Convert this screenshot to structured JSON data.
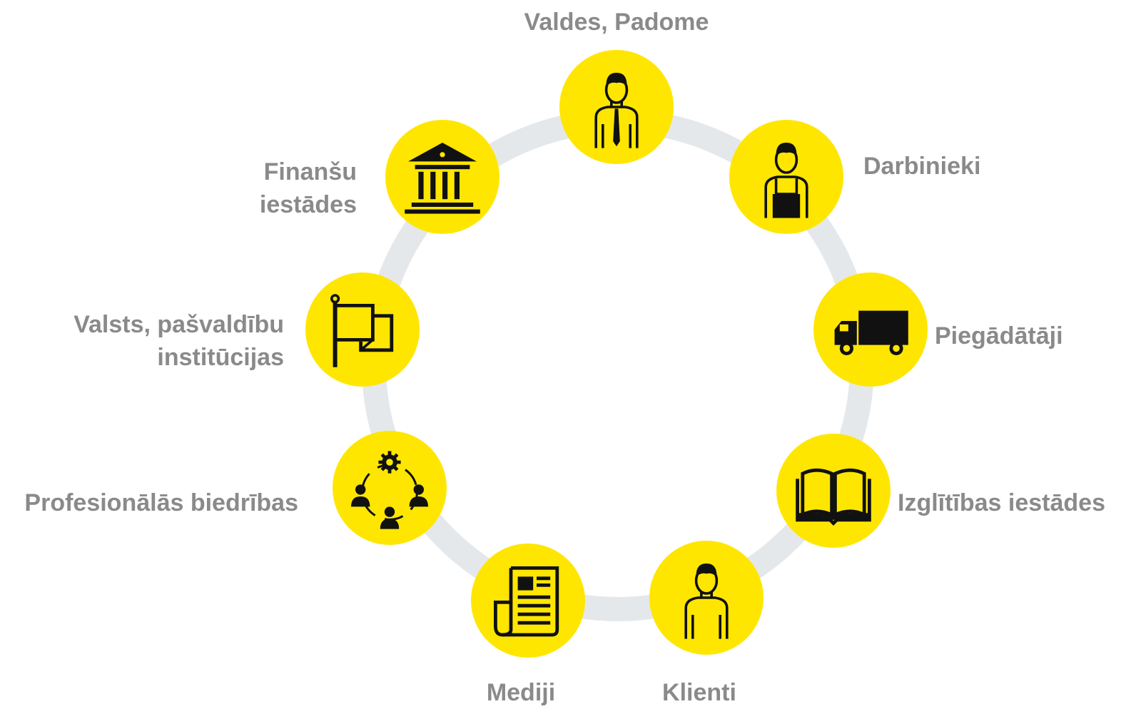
{
  "colors": {
    "node_fill": "#ffe600",
    "ring": "#e5e8ea",
    "label": "#8a8a8a",
    "icon": "#111111"
  },
  "stakeholders": [
    {
      "id": "boards",
      "icon": "businessman-tie-icon",
      "label_lines": [
        "Valdes, Padome"
      ]
    },
    {
      "id": "employees",
      "icon": "worker-overalls-icon",
      "label_lines": [
        "Darbinieki"
      ]
    },
    {
      "id": "suppliers",
      "icon": "truck-icon",
      "label_lines": [
        "Piegādātāji"
      ]
    },
    {
      "id": "education",
      "icon": "open-book-icon",
      "label_lines": [
        "Izglītības iestādes"
      ]
    },
    {
      "id": "clients",
      "icon": "person-icon",
      "label_lines": [
        "Klienti"
      ]
    },
    {
      "id": "media",
      "icon": "newspaper-icon",
      "label_lines": [
        "Mediji"
      ]
    },
    {
      "id": "associations",
      "icon": "team-network-gear-icon",
      "label_lines": [
        "Profesionālās biedrības"
      ]
    },
    {
      "id": "government",
      "icon": "flag-icon",
      "label_lines": [
        "Valsts, pašvaldību",
        "institūcijas"
      ]
    },
    {
      "id": "finance",
      "icon": "bank-building-icon",
      "label_lines": [
        "Finanšu",
        "iestādes"
      ]
    }
  ]
}
